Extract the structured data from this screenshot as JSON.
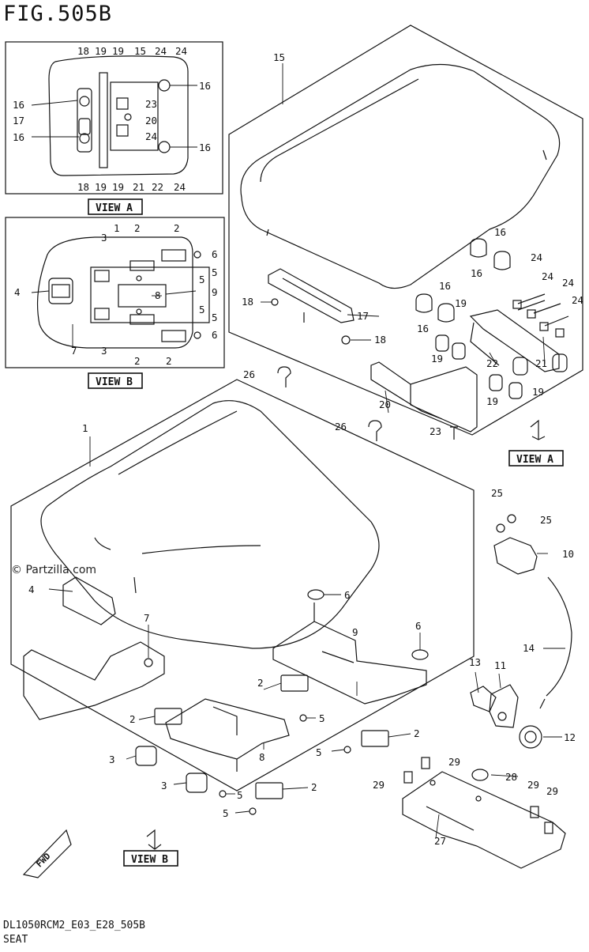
{
  "figure": {
    "title": "FIG.505B",
    "footer_code": "DL1050RCM2_E03_E28_505B",
    "footer_name": "SEAT",
    "watermark": "© Partzilla.com"
  },
  "callouts": {
    "view_a": "VIEW A",
    "view_b": "VIEW B",
    "fwd": "FWD"
  },
  "part_numbers": [
    "1",
    "2",
    "3",
    "4",
    "5",
    "6",
    "7",
    "8",
    "9",
    "10",
    "11",
    "12",
    "13",
    "14",
    "15",
    "16",
    "17",
    "18",
    "19",
    "20",
    "21",
    "22",
    "23",
    "24",
    "25",
    "26",
    "27",
    "28",
    "29"
  ],
  "colors": {
    "line": "#111111",
    "background": "#ffffff"
  }
}
